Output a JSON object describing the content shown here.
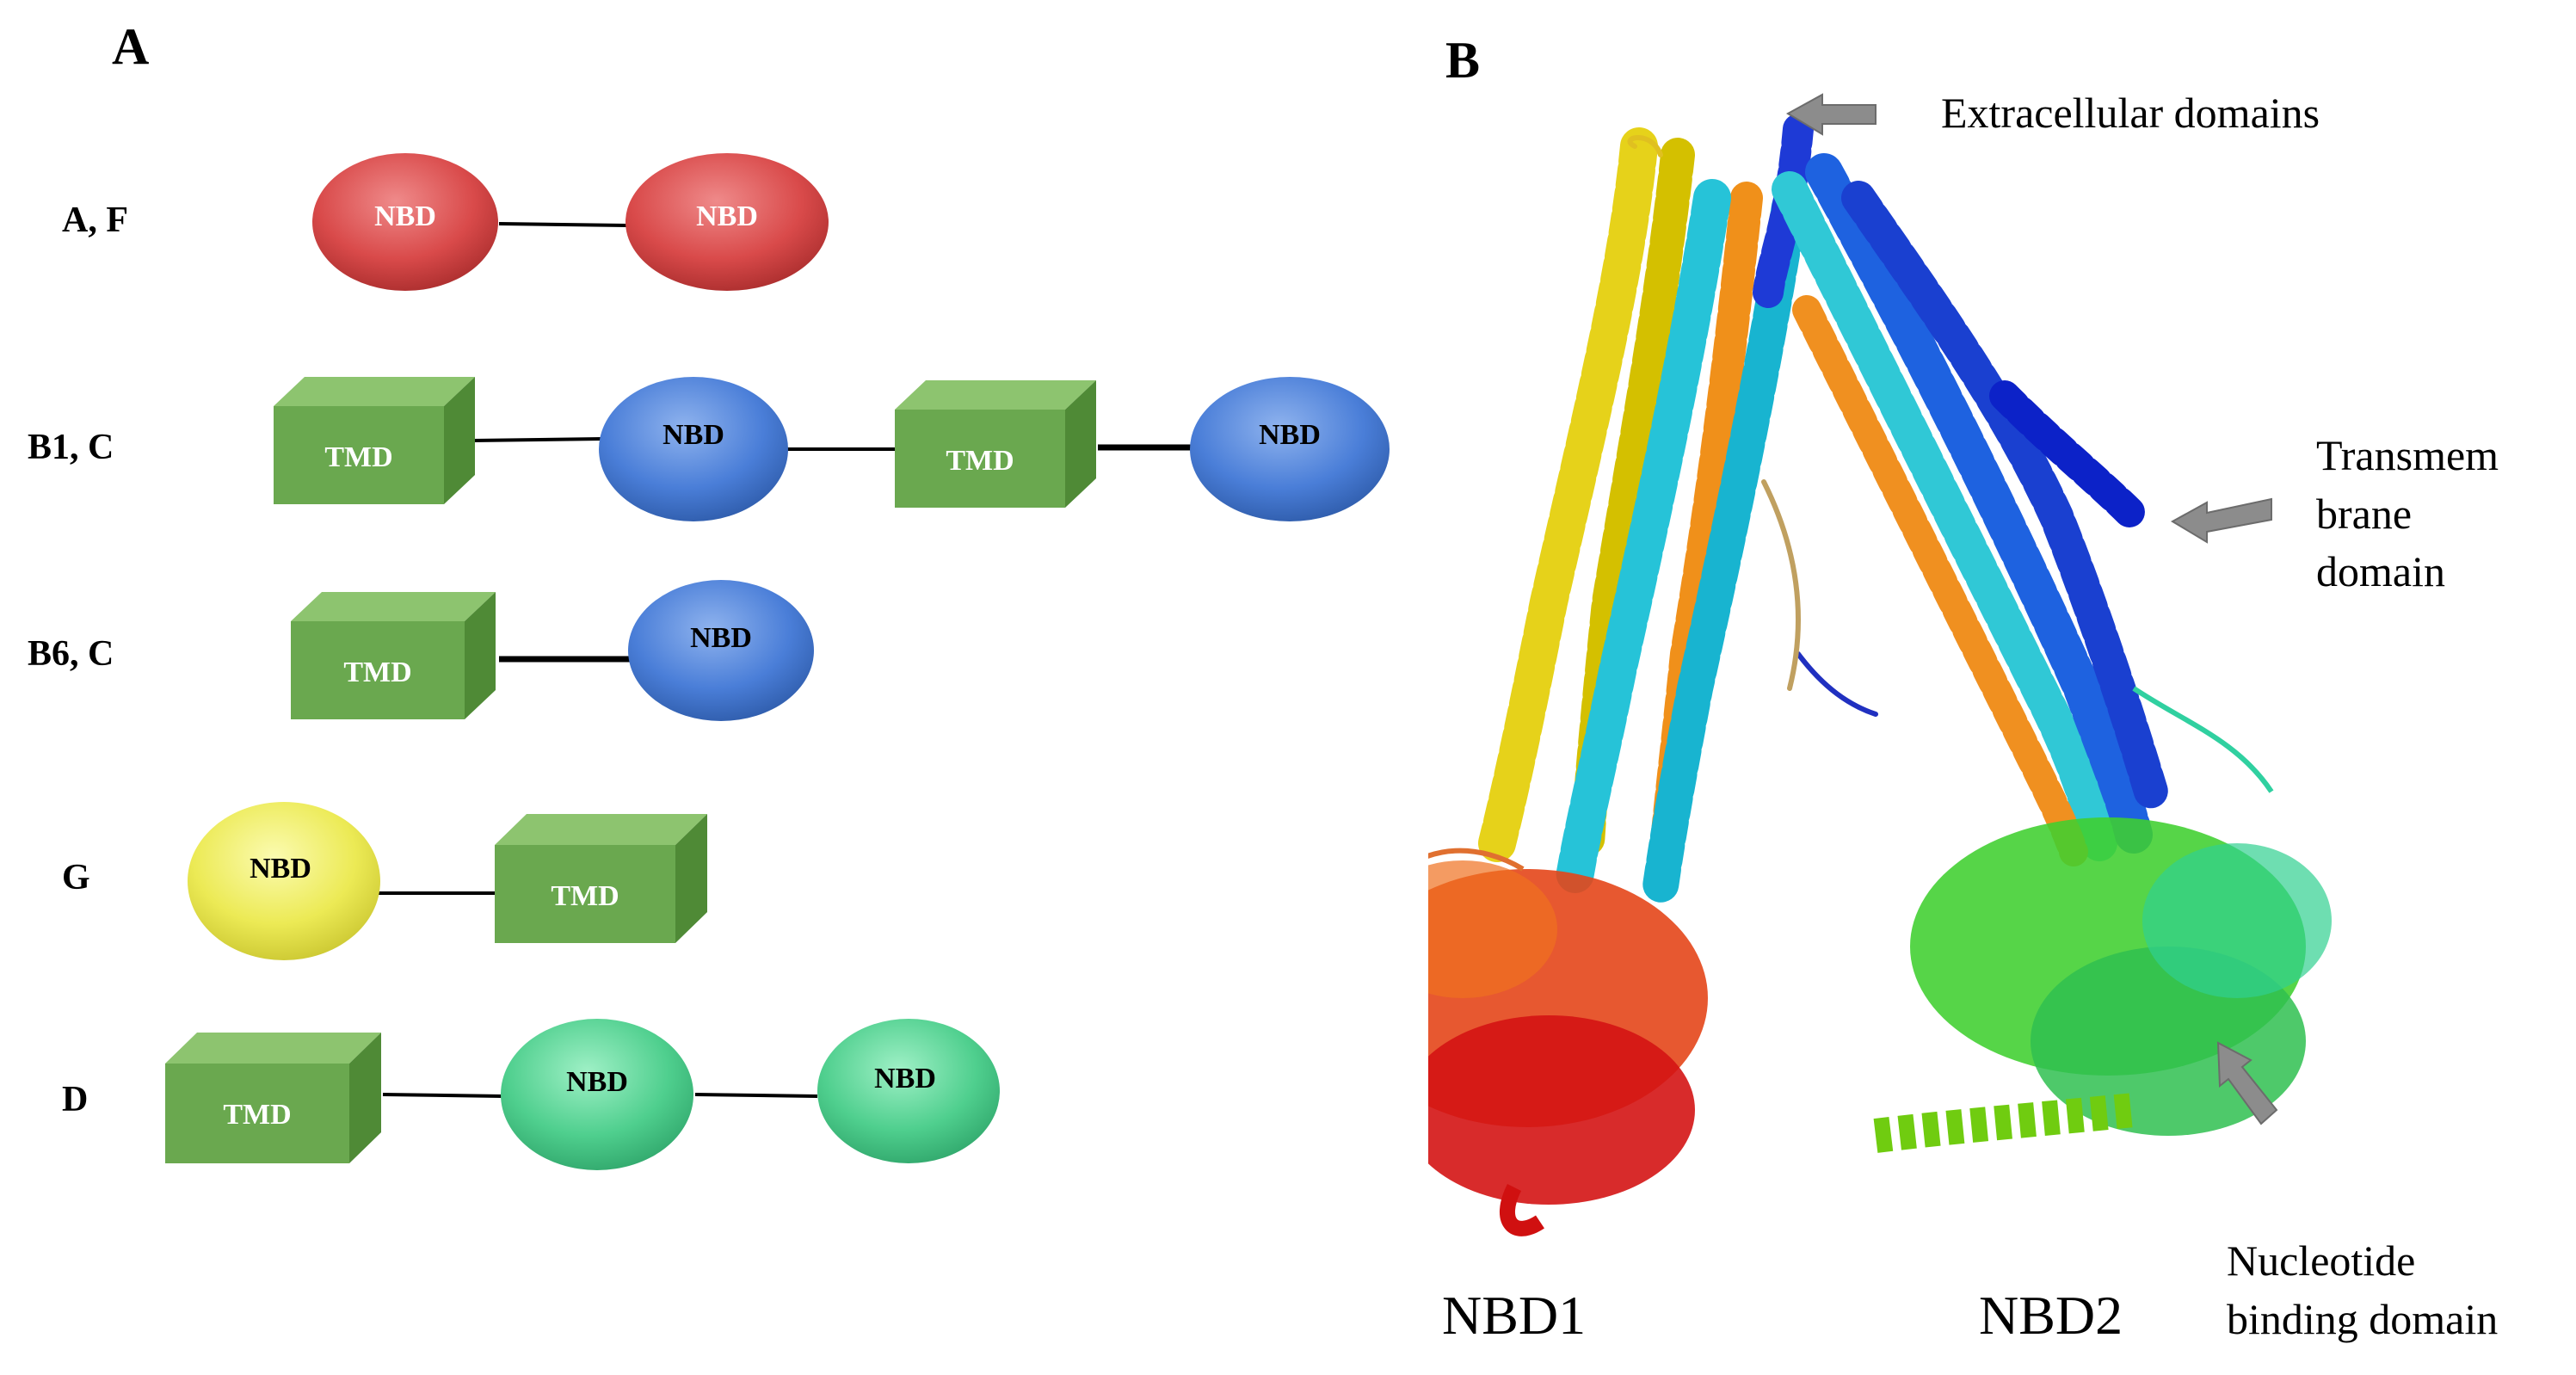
{
  "panel_a": {
    "letter": "A",
    "rows": [
      {
        "label": "A, F",
        "domains": [
          {
            "type": "NBD",
            "color": "red",
            "text": "NBD"
          },
          {
            "type": "NBD",
            "color": "red",
            "text": "NBD"
          }
        ]
      },
      {
        "label": "B1, C",
        "domains": [
          {
            "type": "TMD",
            "text": "TMD"
          },
          {
            "type": "NBD",
            "color": "blue",
            "text": "NBD"
          },
          {
            "type": "TMD",
            "text": "TMD"
          },
          {
            "type": "NBD",
            "color": "blue",
            "text": "NBD"
          }
        ]
      },
      {
        "label": "B6, C",
        "domains": [
          {
            "type": "TMD",
            "text": "TMD"
          },
          {
            "type": "NBD",
            "color": "blue",
            "text": "NBD"
          }
        ]
      },
      {
        "label": "G",
        "domains": [
          {
            "type": "NBD",
            "color": "yellow",
            "text": "NBD"
          },
          {
            "type": "TMD",
            "text": "TMD"
          }
        ]
      },
      {
        "label": "D",
        "domains": [
          {
            "type": "TMD",
            "text": "TMD"
          },
          {
            "type": "NBD",
            "color": "green",
            "text": "NBD"
          },
          {
            "type": "NBD",
            "color": "green",
            "text": "NBD"
          }
        ]
      }
    ]
  },
  "panel_b": {
    "letter": "B",
    "annotations": {
      "extracellular": "Extracellular domains",
      "transmembrane_line1": "Transmem",
      "transmembrane_line2": "brane",
      "transmembrane_line3": "domain",
      "nucleotide_line1": "Nucleotide",
      "nucleotide_line2": "binding domain"
    },
    "nbd1": "NBD1",
    "nbd2": "NBD2"
  },
  "colors": {
    "nbd_red": "#d94a4a",
    "nbd_blue": "#4a7ed8",
    "nbd_yellow": "#ecea55",
    "nbd_green": "#4fcf8e",
    "tmd_green": "#6aa84f",
    "arrow_gray": "#8c8c8c"
  }
}
